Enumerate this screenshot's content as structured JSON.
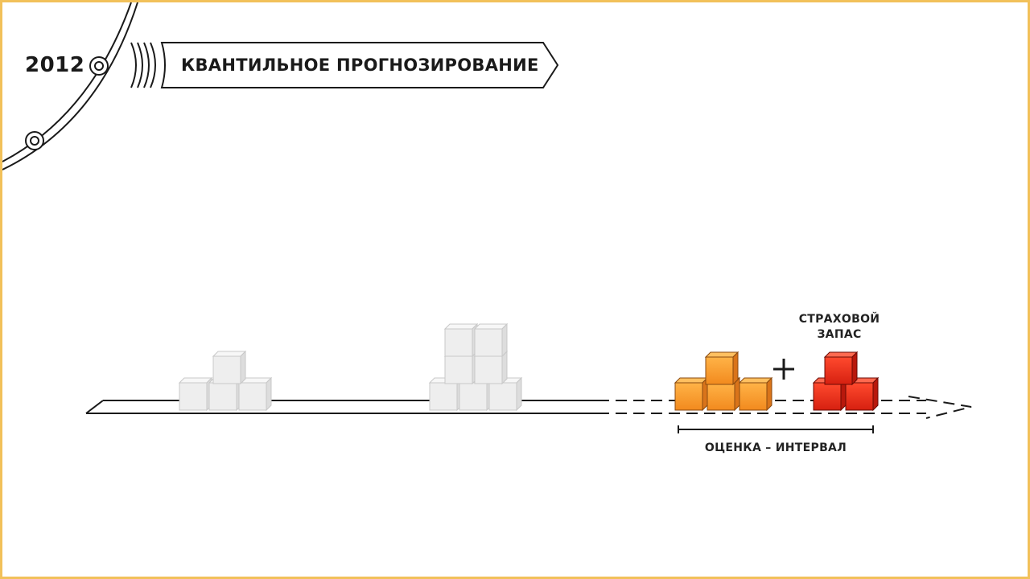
{
  "timeline": {
    "year": "2012",
    "title": "КВАНТИЛЬНОЕ ПРОГНОЗИРОВАНИЕ"
  },
  "diagram": {
    "safety_stock_label_line1": "СТРАХОВОЙ",
    "safety_stock_label_line2": "ЗАПАС",
    "plus_sign": "+",
    "interval_label": "ОЦЕНКА – ИНТЕРВАЛ",
    "past_group_1_blocks": 4,
    "past_group_2_blocks": 7,
    "forecast_blocks": 4,
    "safety_stock_blocks": 3
  },
  "colors": {
    "frame_border": "#f2c15a",
    "past_block": "#eeeeee",
    "forecast_block": "#f59a2c",
    "safety_block": "#e8321c",
    "line": "#222222"
  }
}
